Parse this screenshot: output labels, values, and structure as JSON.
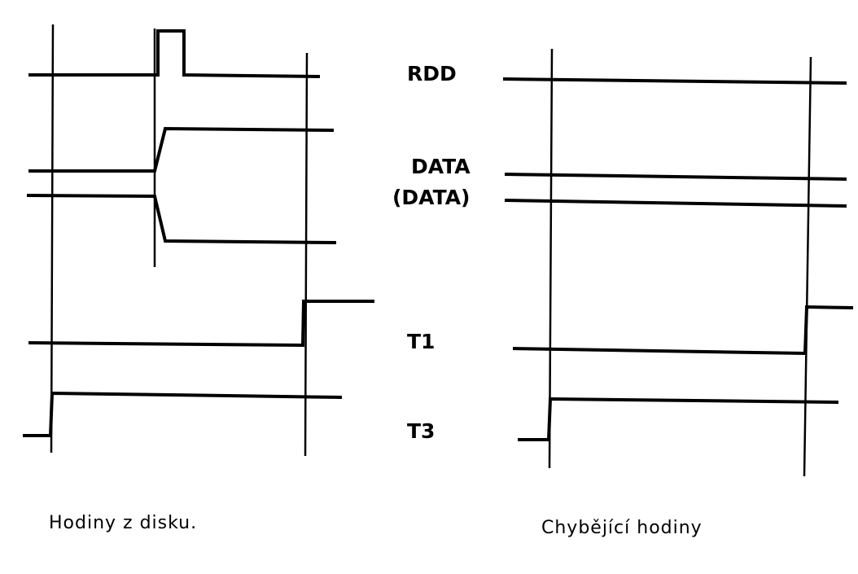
{
  "signals": {
    "rdd": "RDD",
    "data": "DATA",
    "data_inverted": "(DATA)",
    "t1": "T1",
    "t3": "T3"
  },
  "captions": {
    "left": "Hodiny z disku.",
    "right": "Chybějící hodiny"
  }
}
